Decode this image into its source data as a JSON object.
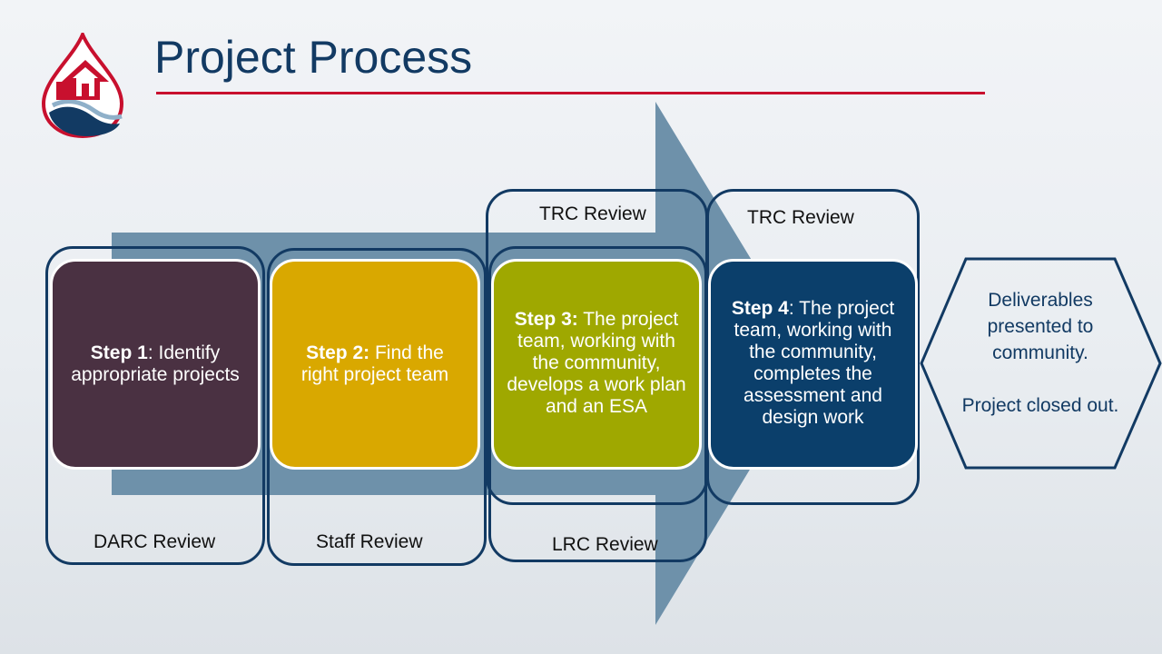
{
  "title": "Project Process",
  "colors": {
    "navy": "#123a63",
    "red": "#c8102e",
    "arrow": "#6e91aa",
    "step1": "#4a3142",
    "step2": "#d9a800",
    "step3": "#9fa800",
    "step4": "#0b3f6b"
  },
  "logo": {
    "icon": "house-water-drop-icon"
  },
  "steps": [
    {
      "label": "Step 1",
      "text": ": Identify appropriate projects"
    },
    {
      "label": "Step 2:",
      "text": " Find the right project team"
    },
    {
      "label": "Step 3:",
      "text": " The project team, working with the community, develops a work plan and an ESA"
    },
    {
      "label": "Step 4",
      "text": ": The project team, working with the community, completes the assessment and design work"
    }
  ],
  "reviews": {
    "darc": "DARC Review",
    "staff": "Staff Review",
    "trc_3": "TRC Review",
    "lrc": "LRC Review",
    "trc_4": "TRC Review"
  },
  "outcome": {
    "line1": "Deliverables presented to community.",
    "line2": "Project closed out."
  }
}
